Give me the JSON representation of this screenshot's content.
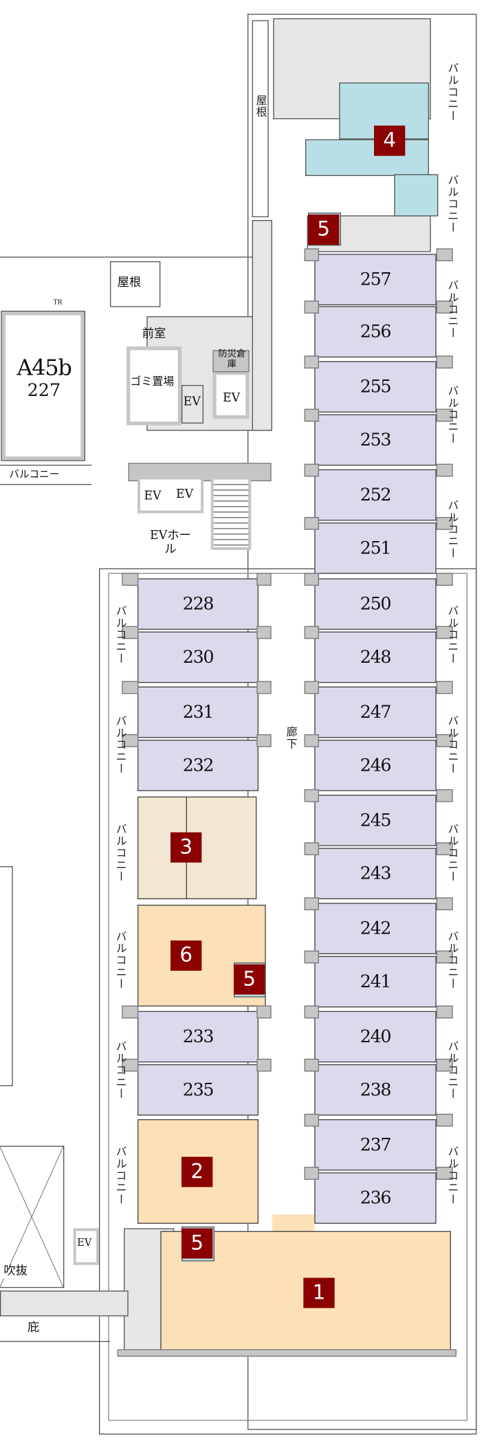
{
  "colors": {
    "member_room": "#dcd9ec",
    "area_4": "#b8dfe6",
    "area_3": "#f3e6d3",
    "area_orange": "#fce0b7",
    "badge": "#8b0000",
    "wall": "#c6c6c6"
  },
  "right_rooms": [
    "257",
    "256",
    "255",
    "253",
    "252",
    "251",
    "250",
    "248",
    "247",
    "246",
    "245",
    "243",
    "242",
    "241",
    "240",
    "238",
    "237",
    "236"
  ],
  "left_rooms": [
    "228",
    "230",
    "231",
    "232",
    "233",
    "235"
  ],
  "badges": {
    "b1": "1",
    "b2": "2",
    "b3": "3",
    "b4": "4",
    "b5": "5",
    "b6": "6"
  },
  "labels": {
    "balcony": "バルコニー",
    "roof": "屋根",
    "front_room": "前室",
    "garbage": "ゴミ置場",
    "ev": "EV",
    "disaster_storage": "防災倉庫",
    "ev_hall": "EVホール",
    "corridor": "廊下",
    "building": "A45b",
    "building_room": "227",
    "atrium": "吹抜",
    "eaves": "庇",
    "tr": "TR"
  }
}
